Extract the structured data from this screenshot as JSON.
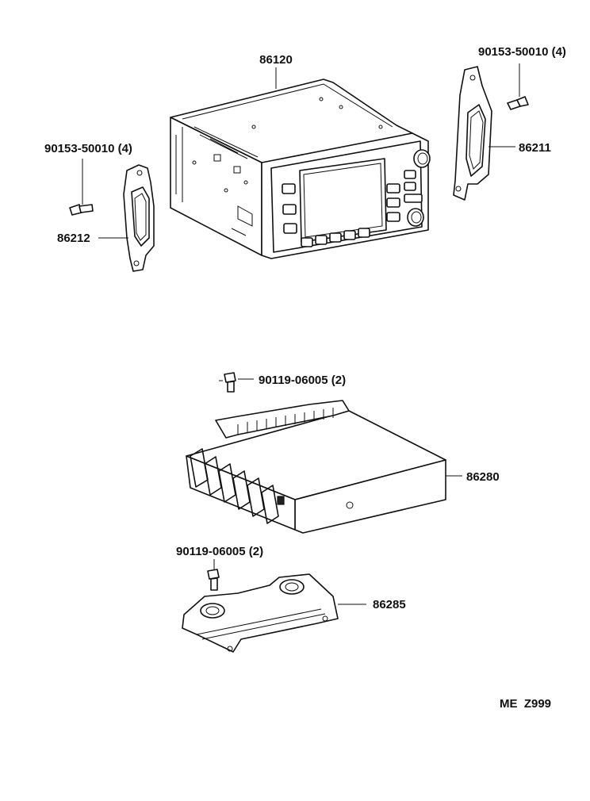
{
  "parts": {
    "radio_unit": "86120",
    "bracket_right": "86211",
    "bracket_left": "86212",
    "screw_right": "90153-50010 (4)",
    "screw_left": "90153-50010 (4)",
    "bolt_top": "90119-06005 (2)",
    "amplifier": "86280",
    "bolt_bottom": "90119-06005 (2)",
    "amp_bracket": "86285"
  },
  "footer": {
    "code": "ME  Z999"
  }
}
